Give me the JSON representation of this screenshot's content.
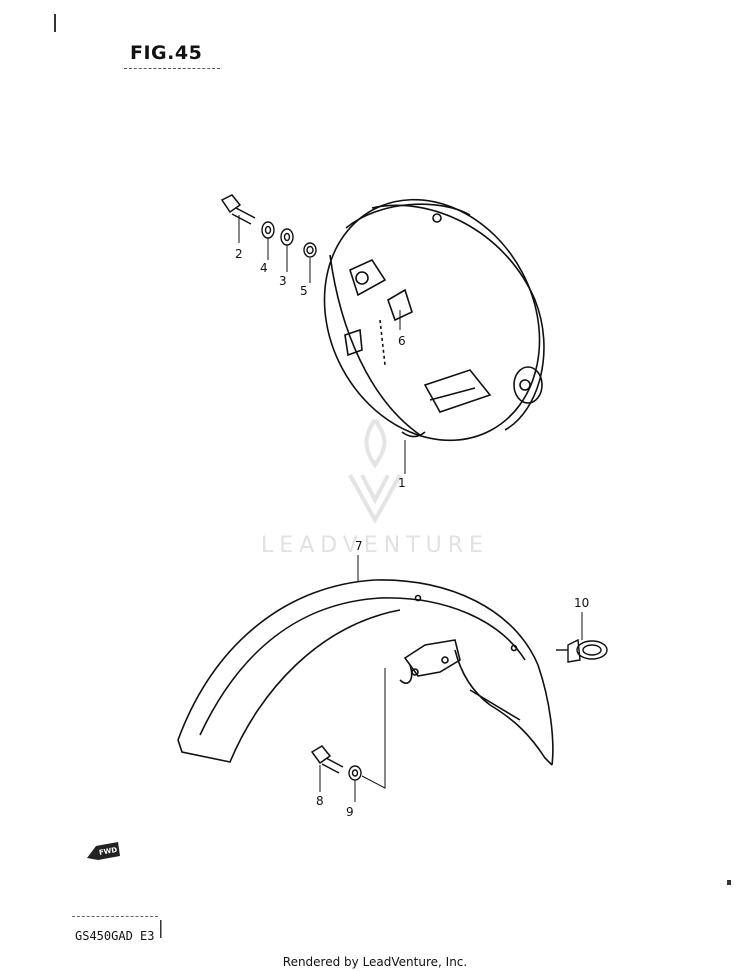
{
  "figure": {
    "title": "FIG.45"
  },
  "model_code": "GS450GAD E3",
  "footer": "Rendered by LeadVenture, Inc.",
  "watermark": "LEADVENTURE",
  "direction_label": "FWD",
  "callouts": [
    "1",
    "2",
    "3",
    "4",
    "5",
    "6",
    "7",
    "8",
    "9",
    "10"
  ],
  "parts": {
    "headlight_housing": "headlight-housing",
    "front_fender": "front-fender"
  }
}
